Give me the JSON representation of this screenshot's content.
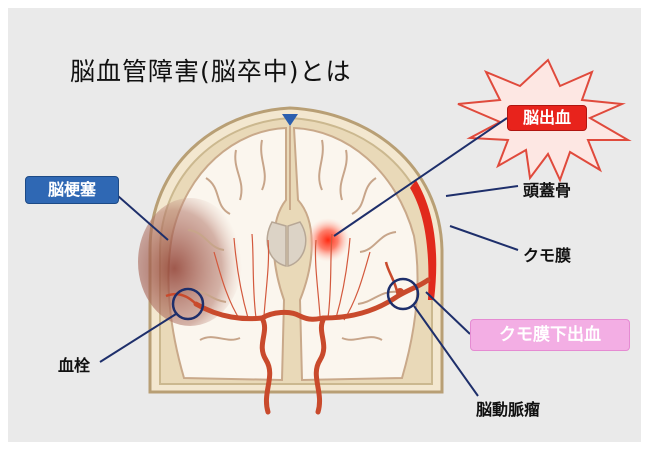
{
  "title": "脳血管障害(脳卒中)とは",
  "tags": {
    "infarct": "脳梗塞",
    "hemorrhage": "脳出血",
    "subarachnoid": "クモ膜下出血"
  },
  "labels": {
    "skull": "頭蓋骨",
    "arachnoid": "クモ膜",
    "thrombus": "血栓",
    "aneurysm": "脳動脈瘤"
  },
  "colors": {
    "infarct_tag": "#2f68b4",
    "hemorrhage_tag": "#e8231c",
    "sah_tag": "#f3aee4",
    "artery": "#c94a2c",
    "pointer_line": "#1e2f6b"
  }
}
